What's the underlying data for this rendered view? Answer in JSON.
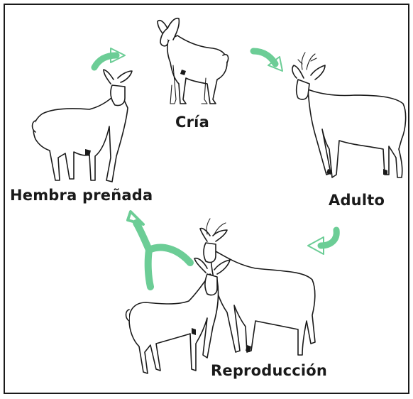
{
  "labels": {
    "cria": "Cría",
    "adulto": "Adulto",
    "reproduccion": "Reproducción",
    "hembra": "Hembra preñada"
  },
  "colors": {
    "arrow": "#6ccd96",
    "outline": "#1a1a1a",
    "background": "#ffffff"
  },
  "stages": [
    "Cría",
    "Adulto",
    "Reproducción",
    "Hembra preñada"
  ]
}
